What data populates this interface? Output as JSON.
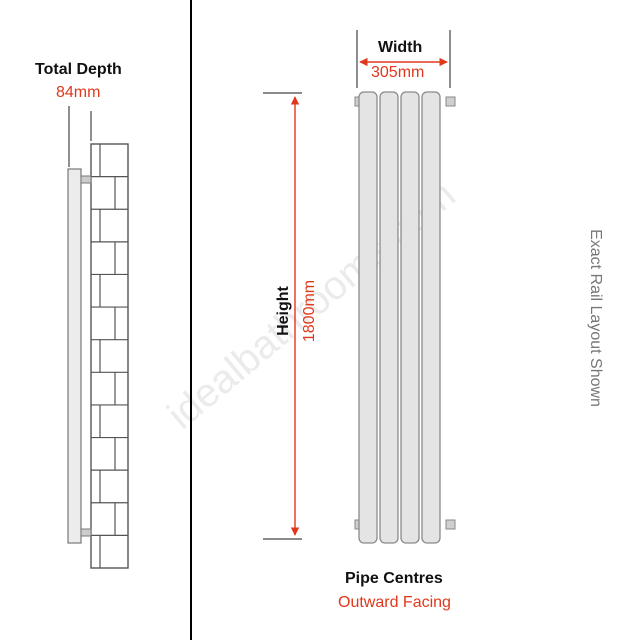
{
  "side_view": {
    "depth_label": "Total Depth",
    "depth_value": "84mm"
  },
  "front_view": {
    "width_label": "Width",
    "width_value": "305mm",
    "height_label": "Height",
    "height_value": "1800mm",
    "pipe_label": "Pipe Centres",
    "pipe_value": "Outward Facing",
    "layout_note": "Exact Rail Layout Shown"
  },
  "watermark": "idealbathrooms.com",
  "colors": {
    "accent": "#e0381c",
    "text": "#111111",
    "line": "#444444",
    "panel": "#e6e6e6",
    "panel_stroke": "#999999",
    "watermark": "#e8e8e8"
  }
}
